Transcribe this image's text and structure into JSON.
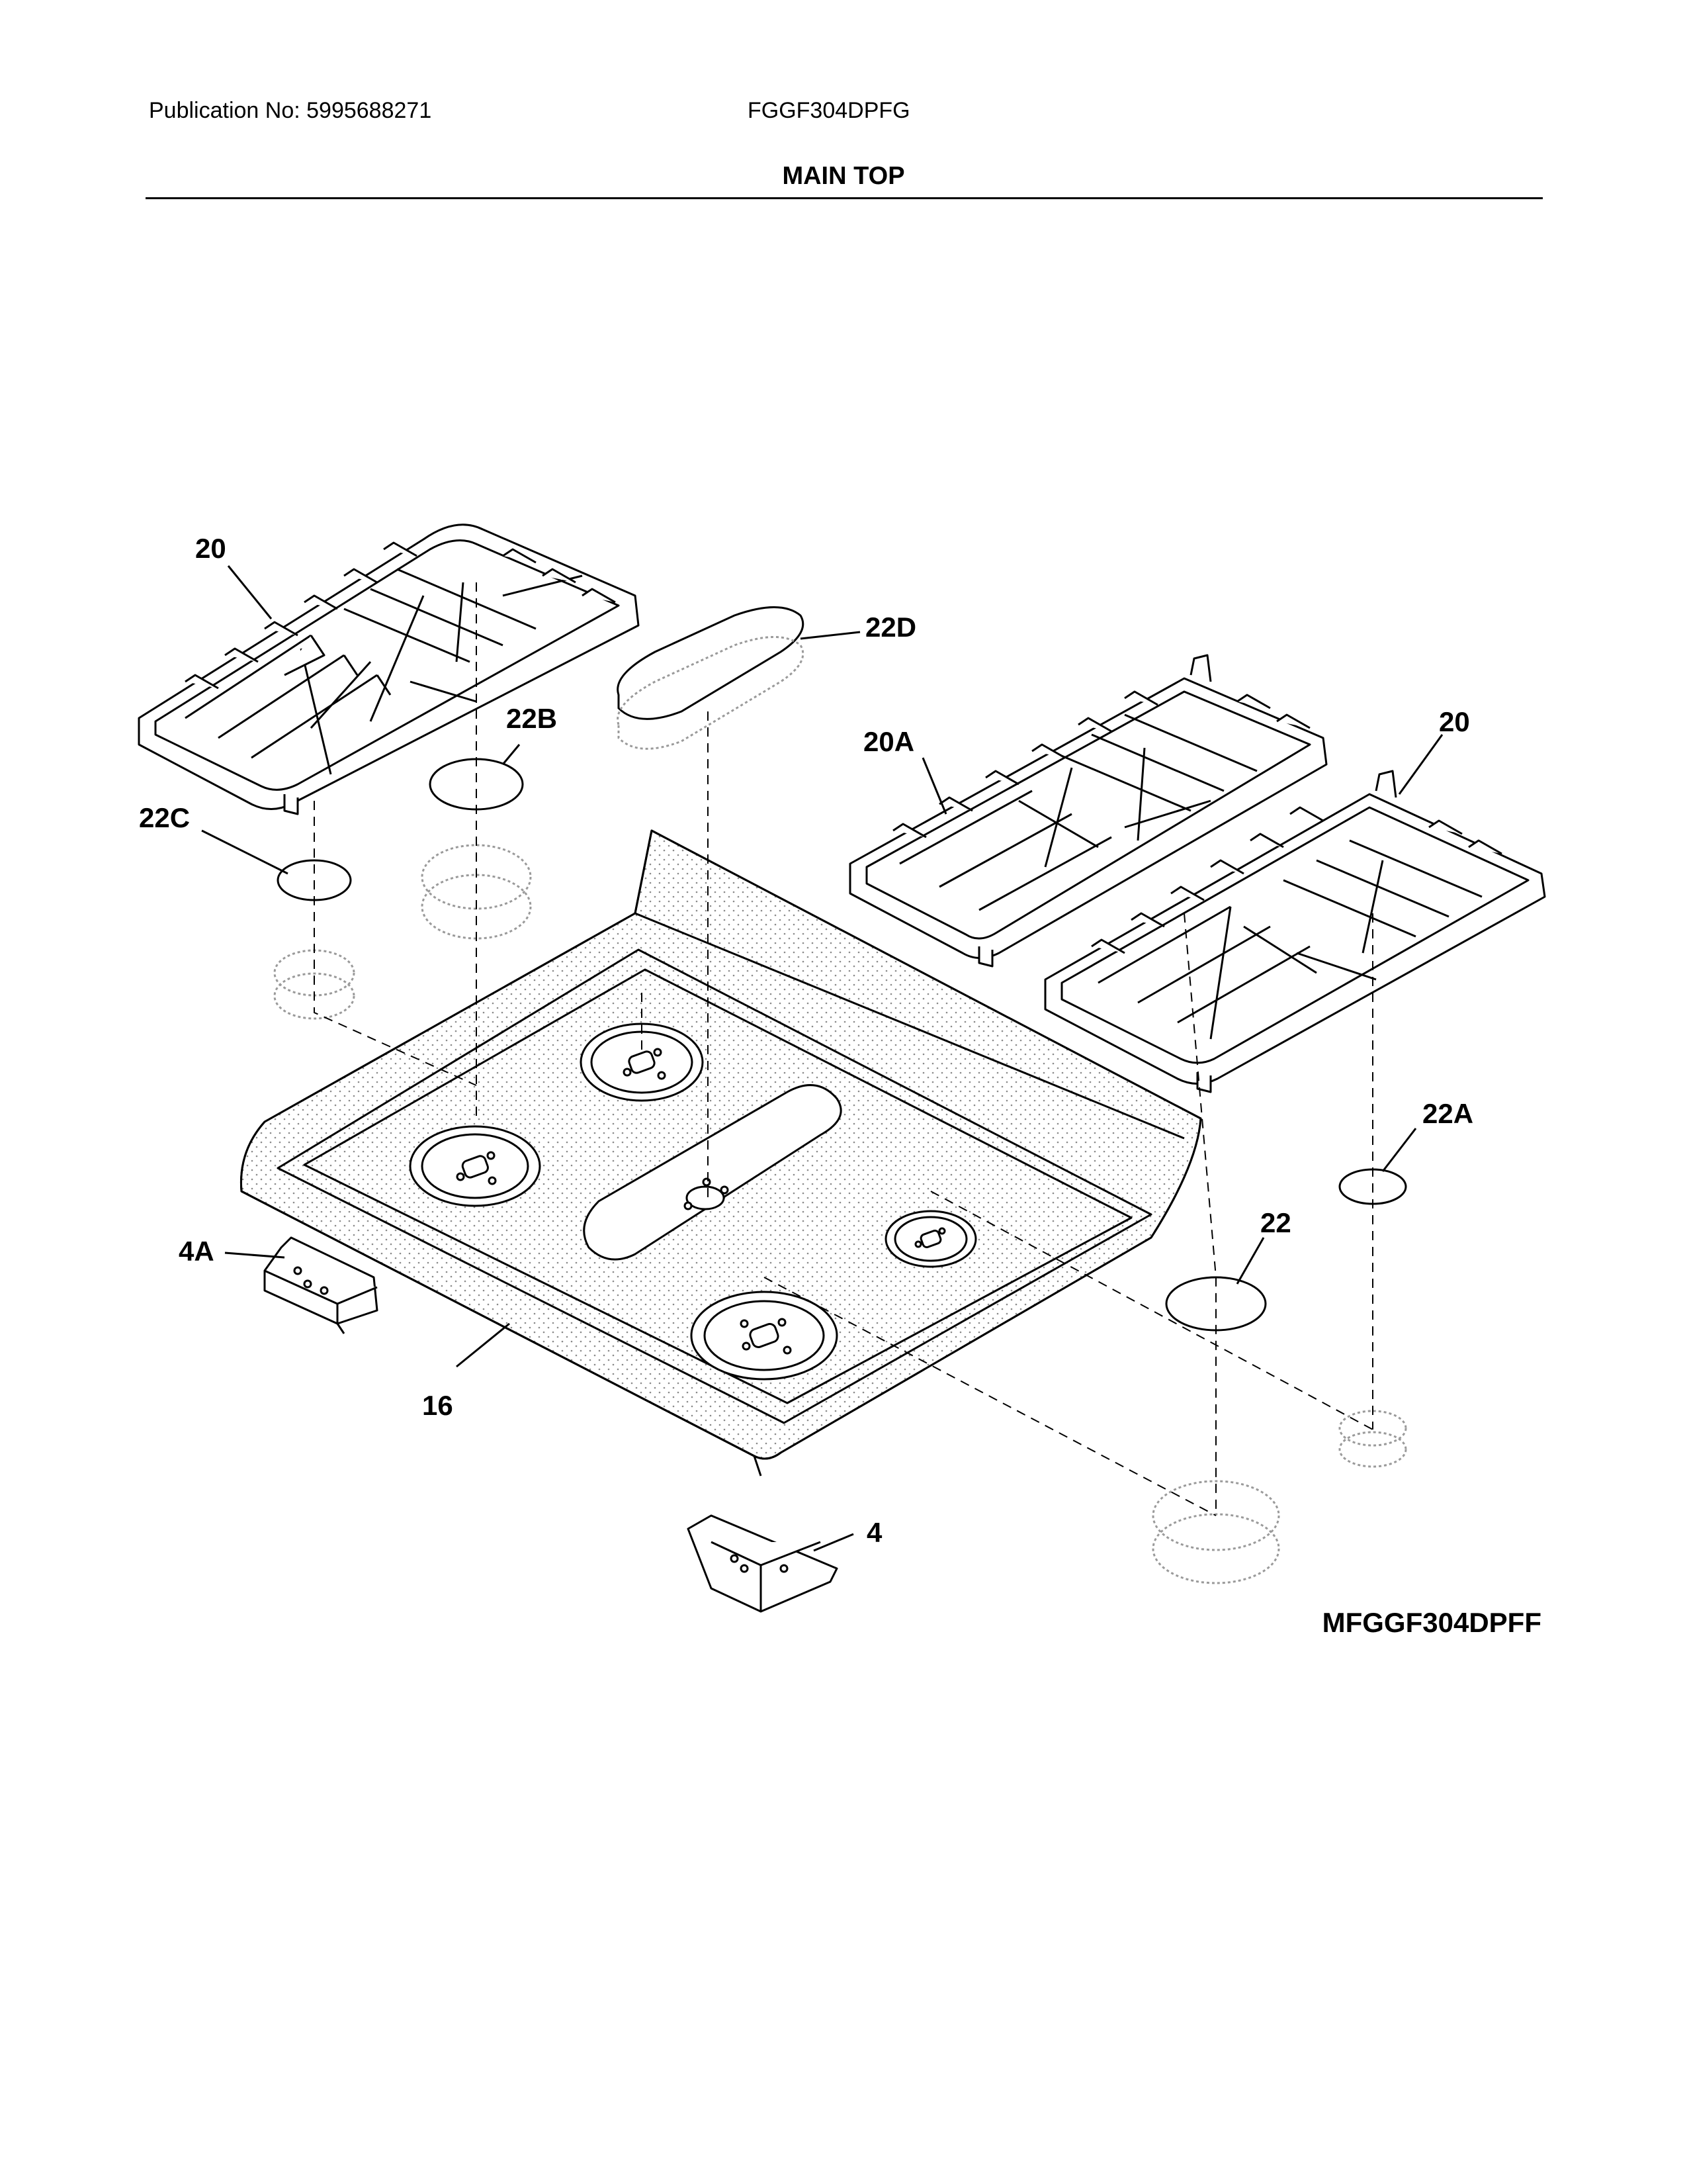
{
  "header": {
    "publication": "Publication No: 5995688271",
    "model": "FGGF304DPFG",
    "section_title": "MAIN TOP"
  },
  "callouts": {
    "c20_left": "20",
    "c22D": "22D",
    "c22B": "22B",
    "c20A": "20A",
    "c20_right": "20",
    "c22C": "22C",
    "c22A": "22A",
    "c22": "22",
    "c4A": "4A",
    "c16": "16",
    "c4": "4"
  },
  "drawing_id": "MFGGF304DPFF",
  "colors": {
    "line": "#000000",
    "ghost": "#9a9a9a",
    "background": "#ffffff"
  }
}
